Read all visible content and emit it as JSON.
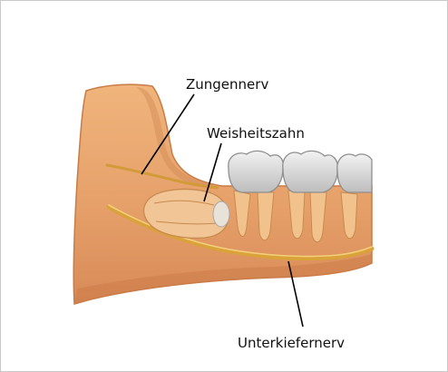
{
  "labels": {
    "tongue_nerve": "Zungennerv",
    "wisdom_tooth": "Weisheitszahn",
    "mandibular_nerve": "Unterkiefernerv"
  },
  "colors": {
    "bone": "#e7a66a",
    "bone_dark": "#cf7f45",
    "nerve": "#d9a23a",
    "tooth": "#e3e3e3",
    "tooth_shadow": "#9e9e9e",
    "root": "#f2c28c",
    "leader_line": "#000000"
  }
}
